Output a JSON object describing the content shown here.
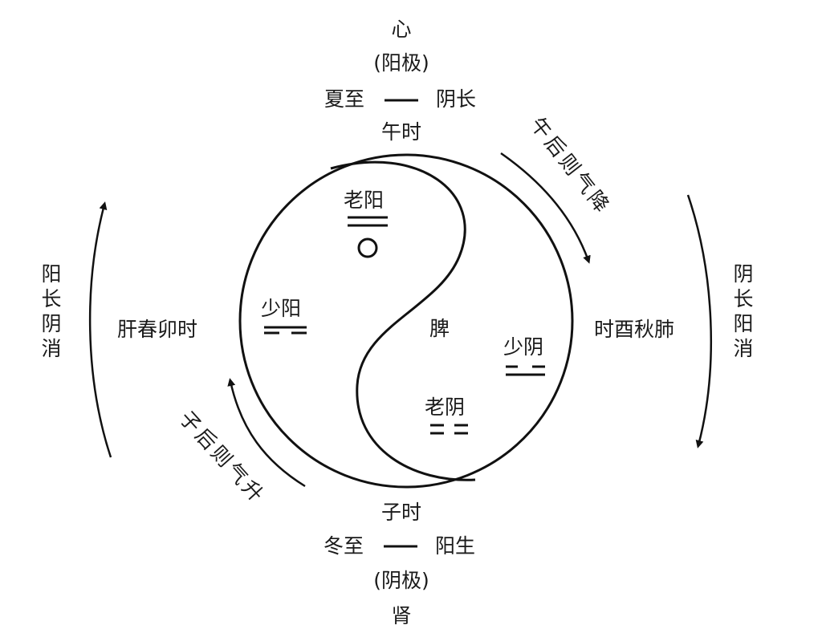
{
  "top": {
    "organ": "心",
    "pole": "(阳极)",
    "solstice_left": "夏至",
    "solstice_right": "阴长",
    "hour": "午时"
  },
  "bottom": {
    "hour": "子时",
    "solstice_left": "冬至",
    "solstice_right": "阳生",
    "pole": "(阴极)",
    "organ": "肾"
  },
  "left": {
    "label": "肝春卯时",
    "cycle": "阳长阴消"
  },
  "right": {
    "label": "时酉秋肺",
    "cycle": "阴长阳消"
  },
  "arrows": {
    "top_right": "午后则气降",
    "bottom_left": "子后则气升"
  },
  "inside": {
    "old_yang": "老阳",
    "young_yang": "少阳",
    "center": "脾",
    "young_yin": "少阴",
    "old_yin": "老阴"
  }
}
